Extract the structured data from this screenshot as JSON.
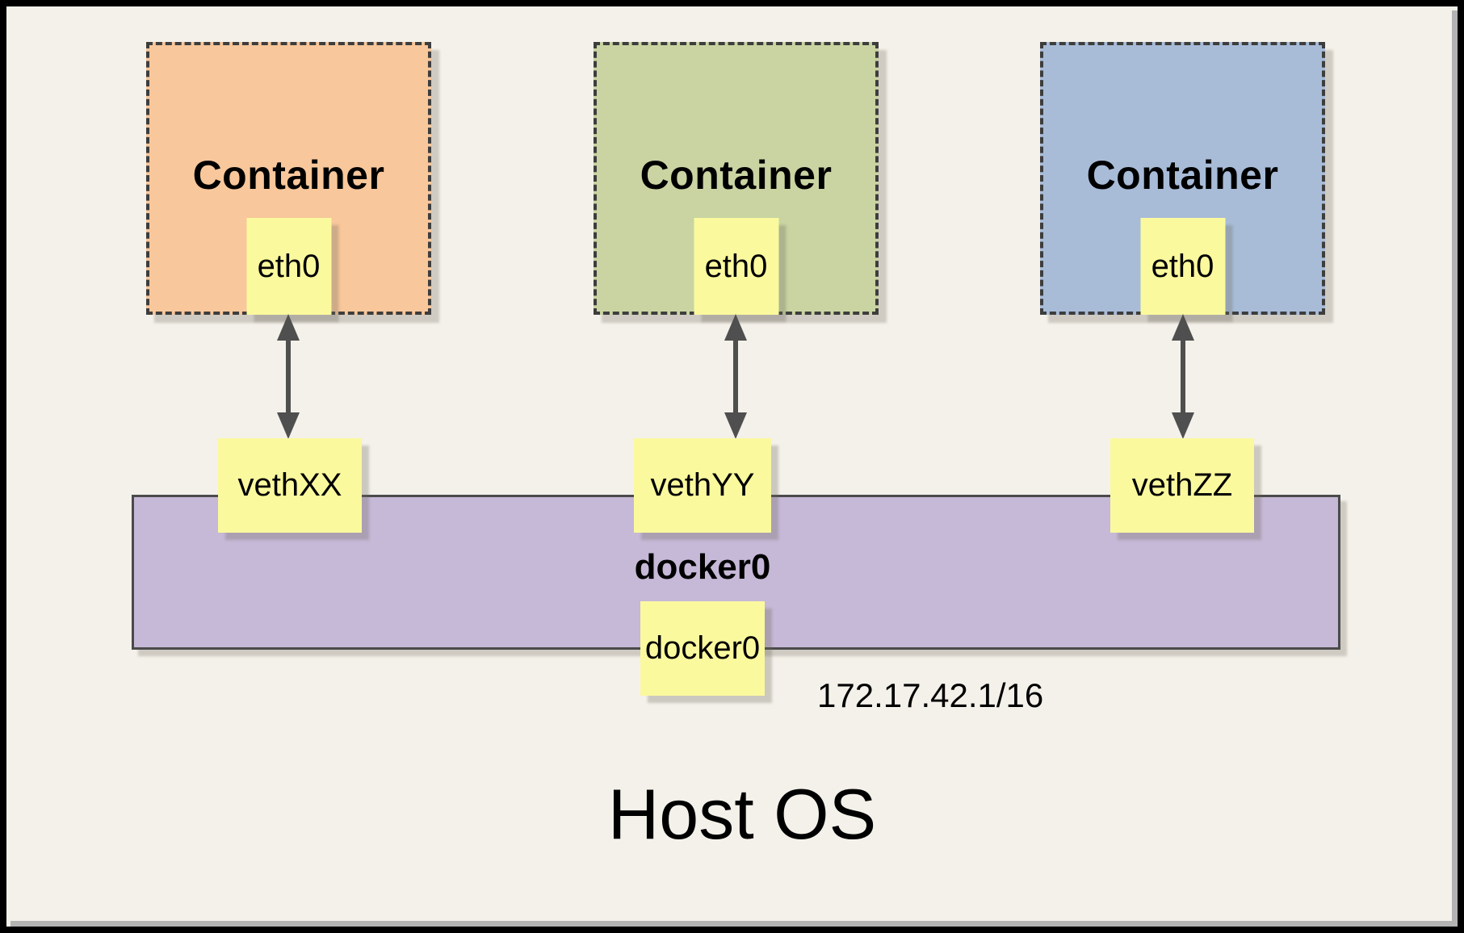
{
  "diagram": {
    "containers": [
      {
        "label": "Container",
        "interface": "eth0",
        "veth": "vethXX",
        "fill": "#f8c79b"
      },
      {
        "label": "Container",
        "interface": "eth0",
        "veth": "vethYY",
        "fill": "#c9d4a2"
      },
      {
        "label": "Container",
        "interface": "eth0",
        "veth": "vethZZ",
        "fill": "#a8bcd8"
      }
    ],
    "bridge": {
      "label": "docker0",
      "interface": "docker0",
      "ip": "172.17.42.1/16",
      "fill": "#c6b8d7"
    },
    "host": {
      "label": "Host OS"
    },
    "colors": {
      "page_background": "#f4f1ea",
      "interface_box": "#fbf99e",
      "dashed_border": "#3d3d3d",
      "arrow": "#4f4f4f",
      "frame_border": "#000000",
      "frame_shadow": "#b3b3b3"
    }
  }
}
